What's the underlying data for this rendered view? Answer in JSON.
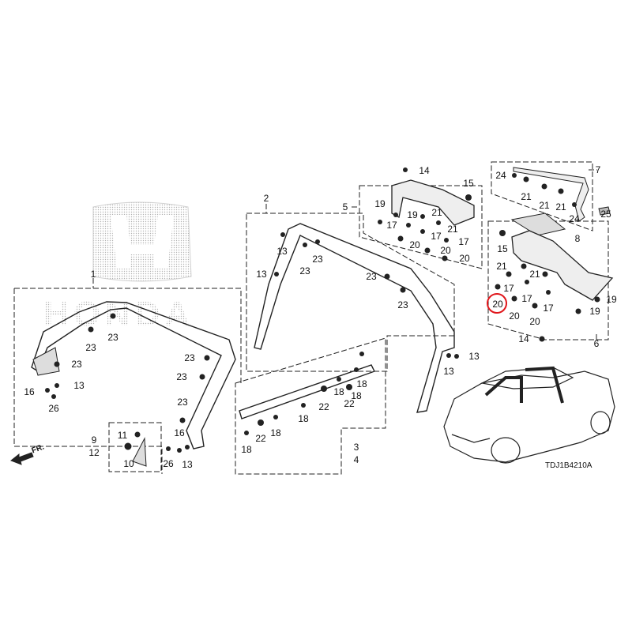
{
  "diagram": {
    "diagram_code": "TDJ1B4210A",
    "front_arrow_label": "FR.",
    "watermark_brand": "HONDA",
    "highlight_color": "#e0161b",
    "highlighted_callout": "20",
    "callouts": [
      "1",
      "23",
      "23",
      "23",
      "13",
      "16",
      "26",
      "23",
      "23",
      "23",
      "16",
      "26",
      "13",
      "9",
      "12",
      "11",
      "10",
      "2",
      "13",
      "13",
      "23",
      "23",
      "23",
      "23",
      "13",
      "13",
      "3",
      "4",
      "18",
      "18",
      "18",
      "22",
      "22",
      "18",
      "18",
      "22",
      "18",
      "5",
      "14",
      "15",
      "19",
      "19",
      "21",
      "17",
      "21",
      "17",
      "17",
      "20",
      "20",
      "20",
      "7",
      "24",
      "21",
      "21",
      "21",
      "24",
      "25",
      "8",
      "15",
      "21",
      "21",
      "17",
      "17",
      "17",
      "20",
      "20",
      "20",
      "19",
      "19",
      "14",
      "6"
    ]
  }
}
